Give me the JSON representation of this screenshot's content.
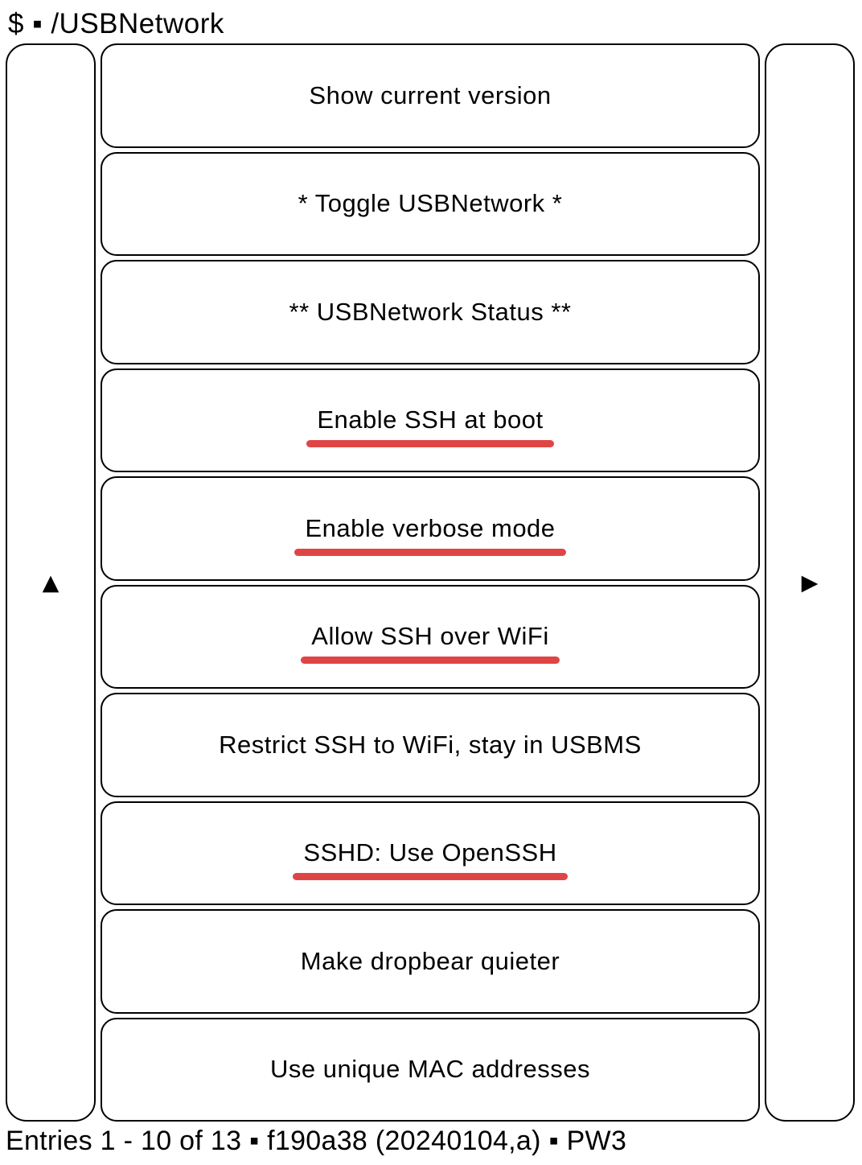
{
  "header": {
    "title": "$ ▪ /USBNetwork"
  },
  "nav": {
    "up_arrow_icon": "▲",
    "next_arrow_icon": "▶"
  },
  "menu": {
    "items": [
      {
        "label": "Show current version",
        "underlined": false
      },
      {
        "label": "* Toggle USBNetwork *",
        "underlined": false
      },
      {
        "label": "** USBNetwork Status **",
        "underlined": false
      },
      {
        "label": "Enable SSH at boot",
        "underlined": true
      },
      {
        "label": "Enable verbose mode",
        "underlined": true
      },
      {
        "label": "Allow SSH over WiFi",
        "underlined": true
      },
      {
        "label": "Restrict SSH to WiFi, stay in USBMS",
        "underlined": false
      },
      {
        "label": "SSHD: Use OpenSSH",
        "underlined": true
      },
      {
        "label": "Make dropbear quieter",
        "underlined": false
      },
      {
        "label": "Use unique MAC addresses",
        "underlined": false
      }
    ]
  },
  "footer": {
    "status": "Entries 1 - 10 of 13 ▪ f190a38 (20240104,a) ▪ PW3"
  },
  "colors": {
    "ink": "#000000",
    "background": "#ffffff",
    "underline_red": "#e04545"
  }
}
